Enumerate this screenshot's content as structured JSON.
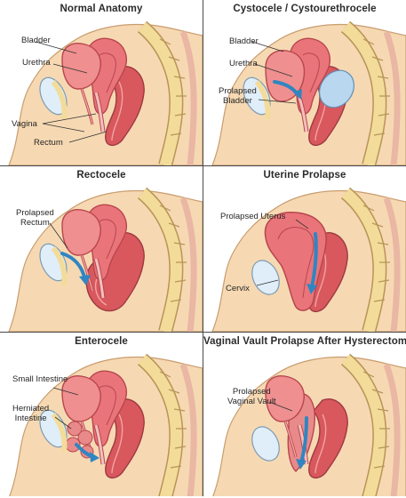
{
  "panels": [
    {
      "title": "Normal Anatomy",
      "labels": {
        "bladder": "Bladder",
        "urethra": "Urethra",
        "vagina": "Vagina",
        "rectum": "Rectum"
      }
    },
    {
      "title": "Cystocele / Cystourethrocele",
      "labels": {
        "bladder": "Bladder",
        "urethra": "Urethra",
        "prolapsed_line1": "Prolapsed",
        "prolapsed_line2": "Bladder"
      }
    },
    {
      "title": "Rectocele",
      "labels": {
        "prolapsed_line1": "Prolapsed",
        "prolapsed_line2": "Rectum"
      }
    },
    {
      "title": "Uterine Prolapse",
      "labels": {
        "uterus": "Prolapsed Uterus",
        "cervix": "Cervix"
      }
    },
    {
      "title": "Enterocele",
      "labels": {
        "small_intestine": "Small Intestine",
        "herniated_line1": "Herniated",
        "herniated_line2": "Intestine"
      }
    },
    {
      "title": "Vaginal Vault Prolapse After Hysterectomy",
      "labels": {
        "vault_line1": "Prolapsed",
        "vault_line2": "Vaginal Vault"
      }
    }
  ],
  "colors": {
    "skin": "#f6d9b3",
    "skin_edge": "#c99c6e",
    "organ": "#e9757a",
    "organ_dark": "#b8464e",
    "organ_light": "#f3a3a2",
    "bone": "#f3dc9a",
    "bone_edge": "#b89458",
    "bladder_blue": "#b9d7ef",
    "arrow": "#2f86c2",
    "divider": "#4a4a4a"
  }
}
